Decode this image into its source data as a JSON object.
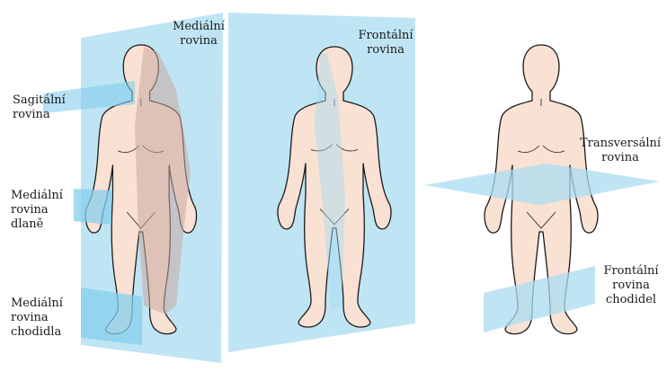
{
  "colors": {
    "plane": "#a9dcf2",
    "plane_dark": "#86cdec",
    "skin": "#f9e1d3",
    "skin_shadow": "#c9aaa0",
    "outline": "#1a1a1a"
  },
  "figures": [
    {
      "id": "medial-figure",
      "labels": {
        "medial_plane": "Mediální\nrovina",
        "sagittal_plane": "Sagitální\nrovina",
        "palm_plane": "Mediální\nrovina\ndlaně",
        "sole_plane": "Mediální\nrovina\nchodidla"
      }
    },
    {
      "id": "frontal-figure",
      "labels": {
        "frontal_plane": "Frontální\nrovina"
      }
    },
    {
      "id": "transverse-figure",
      "labels": {
        "transverse_plane": "Transversální\nrovina",
        "foot_frontal_plane": "Frontální\nrovina\nchodidel"
      }
    }
  ]
}
